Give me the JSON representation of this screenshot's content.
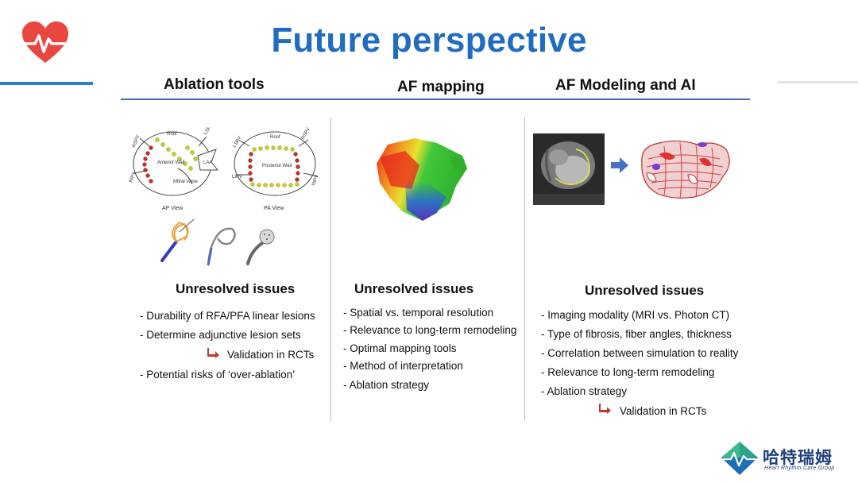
{
  "title": "Future perspective",
  "colors": {
    "title": "#1f6cc0",
    "accent": "#2d7fd3",
    "arrow": "#c0392b",
    "logo_green": "#2aa48b",
    "logo_blue": "#1e6fb8"
  },
  "columns": [
    {
      "heading": "Ablation tools",
      "diagram_labels": {
        "ap_roof": "Roof",
        "ap_anterior": "Anterior Wall",
        "ap_laa": "LAA",
        "ap_mitral": "Mitral Valve",
        "ap_view": "AP View",
        "ap_lspv": "LSPV",
        "ap_rspv": "RSPV",
        "ap_ripv": "RIPV",
        "pa_roof": "Roof",
        "pa_posterior": "Posterior Wall",
        "pa_view": "PA View",
        "pa_lspv": "LSPV",
        "pa_rspv": "RSPV",
        "pa_lipv": "LIPV",
        "pa_ripv": "RIPV"
      },
      "issues_title": "Unresolved issues",
      "items": [
        "- Durability of RFA/PFA linear lesions",
        "- Determine adjunctive lesion sets",
        "- Potential risks of ‘over-ablation’"
      ],
      "validation": "Validation in RCTs"
    },
    {
      "heading": "AF mapping",
      "issues_title": "Unresolved issues",
      "items": [
        "- Spatial vs. temporal resolution",
        "- Relevance to long-term remodeling",
        "- Optimal mapping tools",
        "- Method of interpretation",
        "- Ablation strategy"
      ]
    },
    {
      "heading": "AF Modeling and AI",
      "issues_title": "Unresolved issues",
      "items": [
        "- Imaging modality (MRI vs. Photon CT)",
        "- Type of fibrosis, fiber angles, thickness",
        "- Correlation between simulation to reality",
        "- Relevance to long-term remodeling",
        "- Ablation strategy"
      ],
      "validation": "Validation in RCTs"
    }
  ],
  "logo": {
    "chinese": "哈特瑞姆",
    "english": "Heart Rhythm Care Group"
  }
}
